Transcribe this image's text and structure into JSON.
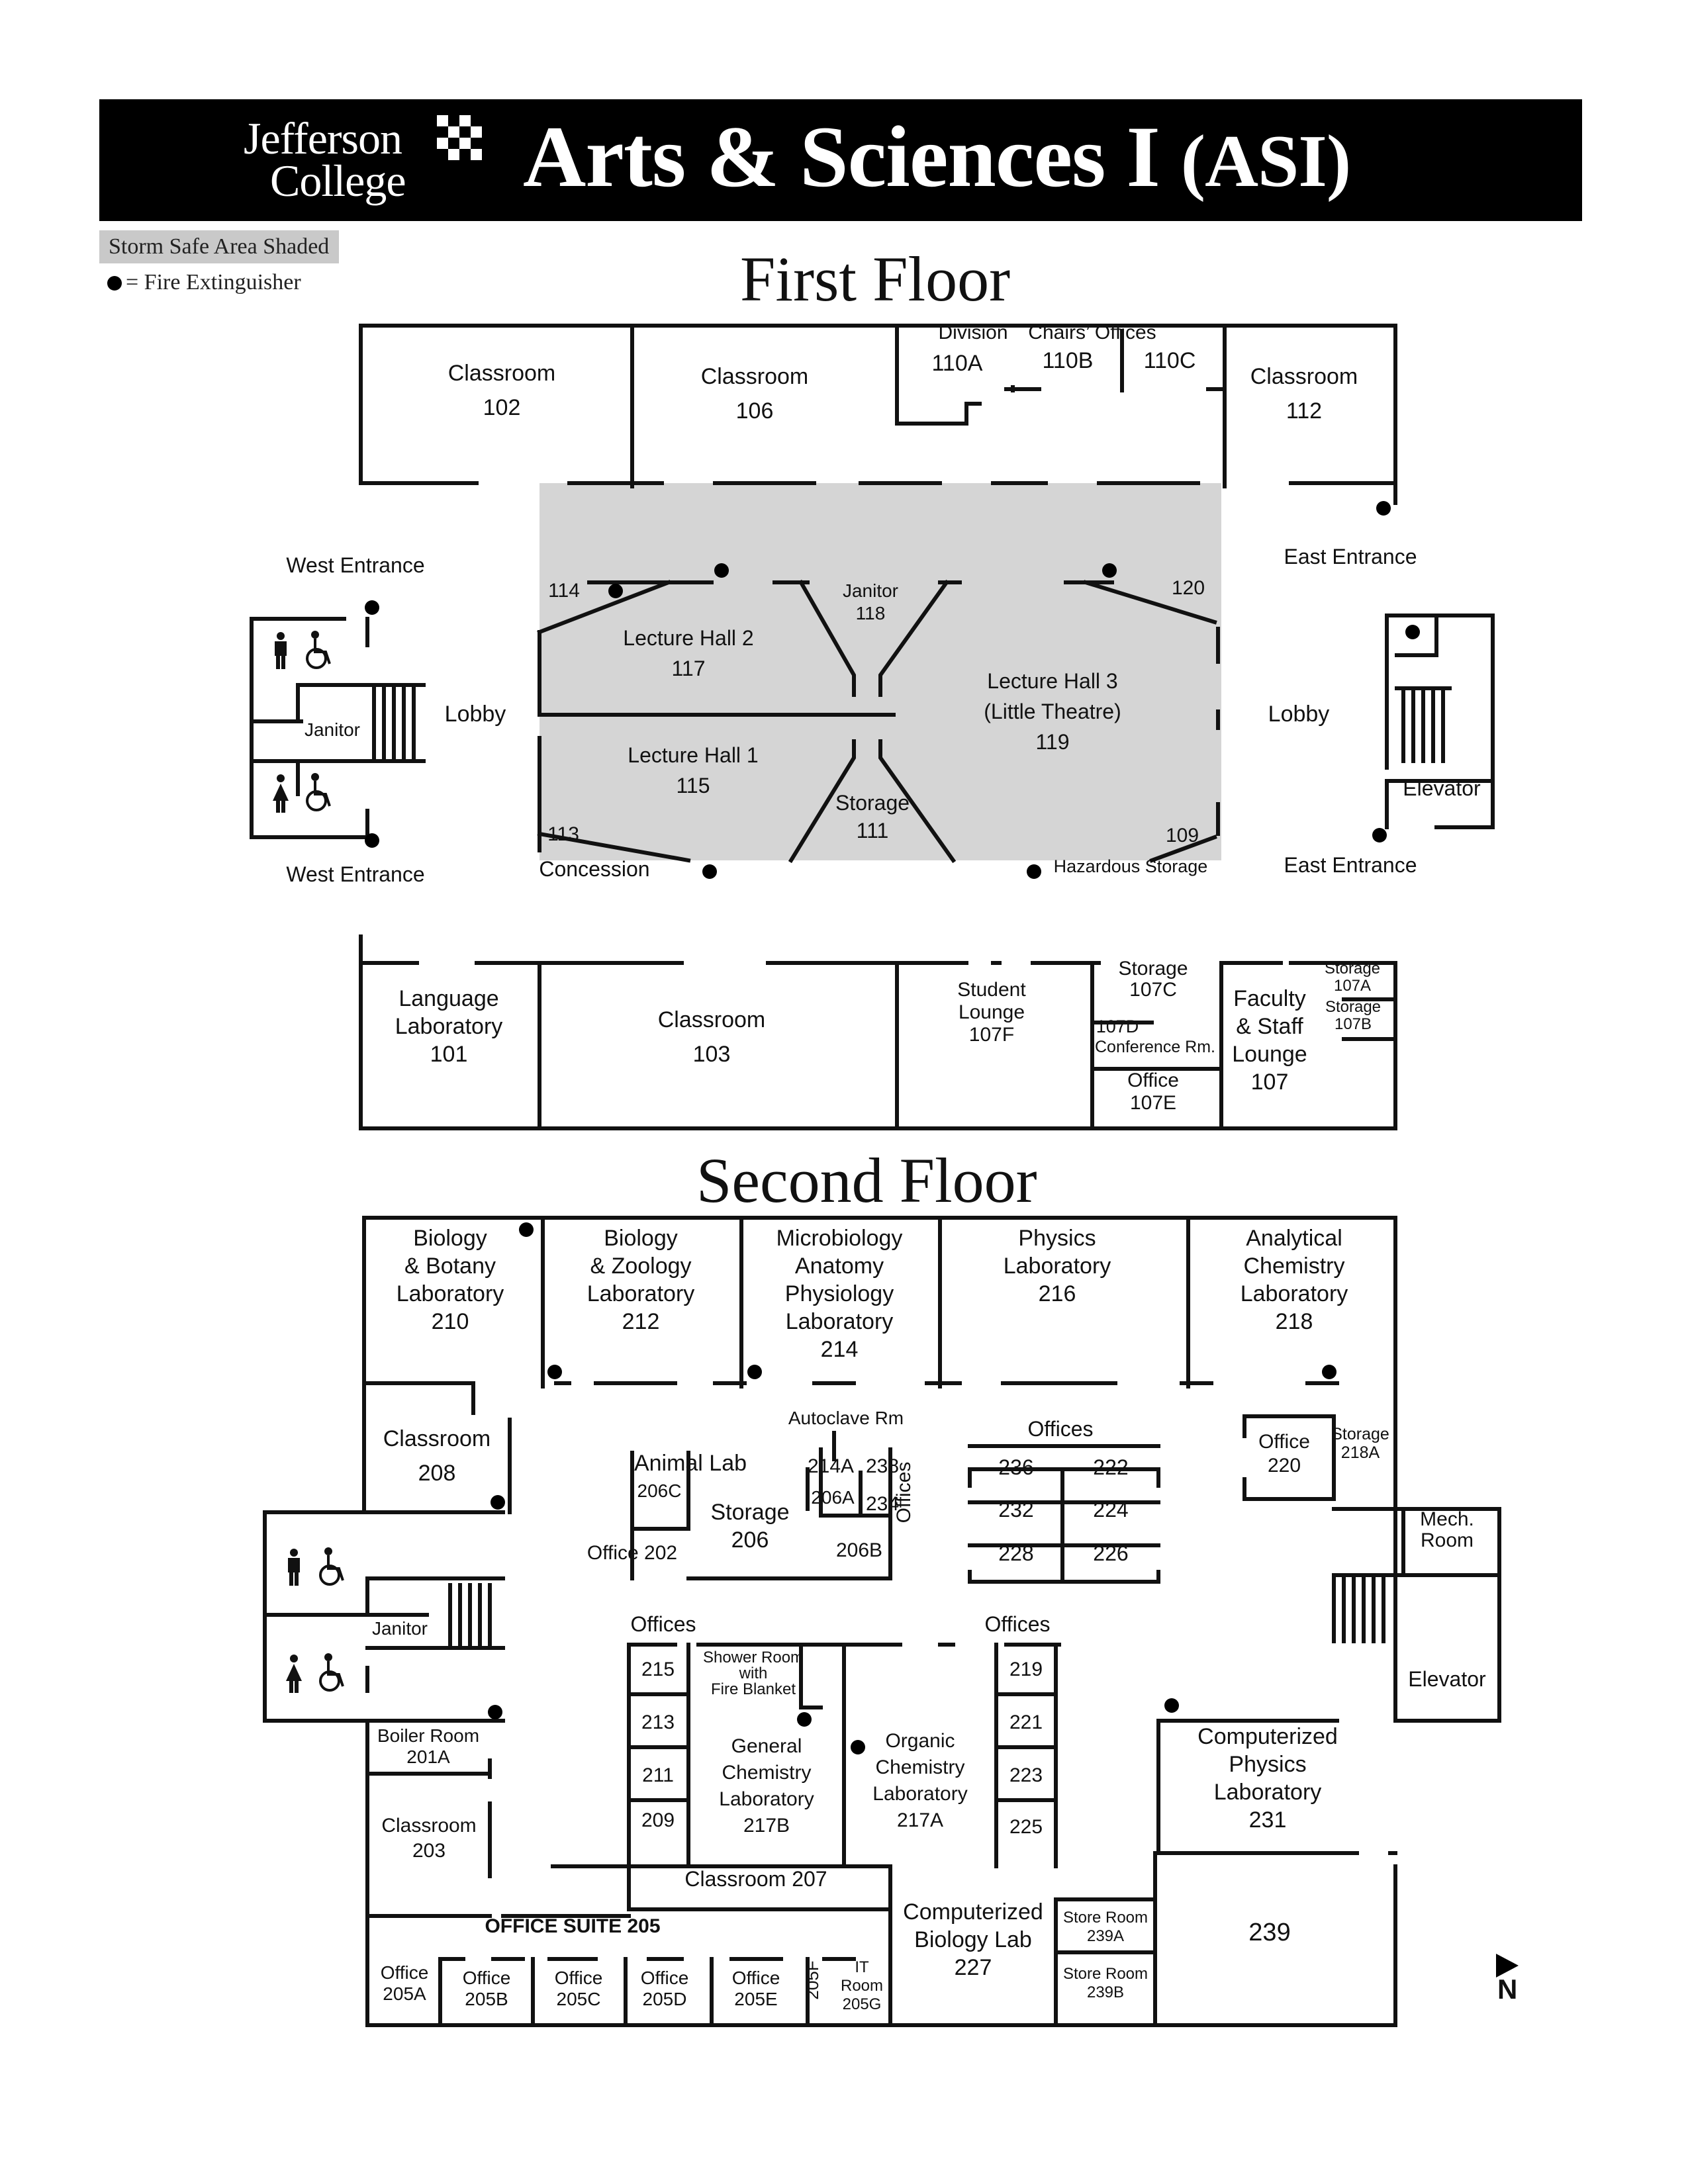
{
  "header": {
    "logo_line1": "Jefferson",
    "logo_line2": "College",
    "title_main": "Arts & Sciences I",
    "title_paren": "(ASI)"
  },
  "legend": {
    "storm_safe": "Storm Safe Area Shaded",
    "extinguisher": "= Fire Extinguisher"
  },
  "first_floor": {
    "title": "First Floor",
    "labels": [
      {
        "id": "r102",
        "lines": [
          "Classroom",
          "102"
        ]
      },
      {
        "id": "r106",
        "lines": [
          "Classroom",
          "106"
        ]
      },
      {
        "id": "div",
        "lines": [
          "Division"
        ]
      },
      {
        "id": "chairs",
        "lines": [
          "Chairs’ Offices"
        ]
      },
      {
        "id": "r110a",
        "lines": [
          "110A"
        ]
      },
      {
        "id": "r110b",
        "lines": [
          "110B"
        ]
      },
      {
        "id": "r110c",
        "lines": [
          "110C"
        ]
      },
      {
        "id": "r112",
        "lines": [
          "Classroom",
          "112"
        ]
      },
      {
        "id": "west1",
        "lines": [
          "West Entrance"
        ]
      },
      {
        "id": "west2",
        "lines": [
          "West Entrance"
        ]
      },
      {
        "id": "east1",
        "lines": [
          "East Entrance"
        ]
      },
      {
        "id": "east2",
        "lines": [
          "East Entrance"
        ]
      },
      {
        "id": "lobbyW",
        "lines": [
          "Lobby"
        ]
      },
      {
        "id": "lobbyE",
        "lines": [
          "Lobby"
        ]
      },
      {
        "id": "janW",
        "lines": [
          "Janitor"
        ]
      },
      {
        "id": "elev1",
        "lines": [
          "Elevator"
        ]
      },
      {
        "id": "r114",
        "lines": [
          "114"
        ]
      },
      {
        "id": "r117",
        "lines": [
          "Lecture Hall 2",
          "117"
        ]
      },
      {
        "id": "r118",
        "lines": [
          "Janitor",
          "118"
        ]
      },
      {
        "id": "r120",
        "lines": [
          "120"
        ]
      },
      {
        "id": "r119",
        "lines": [
          "Lecture Hall 3",
          "(Little Theatre)",
          "119"
        ]
      },
      {
        "id": "r115",
        "lines": [
          "Lecture Hall 1",
          "115"
        ]
      },
      {
        "id": "r111",
        "lines": [
          "Storage",
          "111"
        ]
      },
      {
        "id": "r113",
        "lines": [
          "113"
        ]
      },
      {
        "id": "r109",
        "lines": [
          "109"
        ]
      },
      {
        "id": "conc",
        "lines": [
          "Concession"
        ]
      },
      {
        "id": "haz",
        "lines": [
          "Hazardous Storage"
        ]
      },
      {
        "id": "r101",
        "lines": [
          "Language",
          "Laboratory",
          "101"
        ]
      },
      {
        "id": "r103",
        "lines": [
          "Classroom",
          "103"
        ]
      },
      {
        "id": "r107f",
        "lines": [
          "Student",
          "Lounge",
          "",
          "107F"
        ]
      },
      {
        "id": "r107c",
        "lines": [
          "Storage",
          "107C"
        ]
      },
      {
        "id": "r107d",
        "lines": [
          "107D"
        ]
      },
      {
        "id": "conf",
        "lines": [
          "Conference Rm."
        ]
      },
      {
        "id": "r107e",
        "lines": [
          "Office",
          "107E"
        ]
      },
      {
        "id": "r107",
        "lines": [
          "Faculty",
          "& Staff",
          "Lounge",
          "107"
        ]
      },
      {
        "id": "r107a",
        "lines": [
          "Storage",
          "107A"
        ]
      },
      {
        "id": "r107b",
        "lines": [
          "Storage",
          "107B"
        ]
      }
    ]
  },
  "second_floor": {
    "title": "Second Floor",
    "labels": [
      {
        "id": "r210",
        "lines": [
          "Biology",
          "& Botany",
          "Laboratory",
          "210"
        ]
      },
      {
        "id": "r212",
        "lines": [
          "Biology",
          "& Zoology",
          "Laboratory",
          "212"
        ]
      },
      {
        "id": "r214",
        "lines": [
          "Microbiology",
          "Anatomy",
          "Physiology",
          "Laboratory",
          "214"
        ]
      },
      {
        "id": "r216",
        "lines": [
          "Physics",
          "Laboratory",
          "216"
        ]
      },
      {
        "id": "r218",
        "lines": [
          "Analytical",
          "Chemistry",
          "Laboratory",
          "218"
        ]
      },
      {
        "id": "r208",
        "lines": [
          "Classroom",
          "208"
        ]
      },
      {
        "id": "auto",
        "lines": [
          "Autoclave Rm"
        ]
      },
      {
        "id": "animal",
        "lines": [
          "Animal Lab"
        ]
      },
      {
        "id": "r206c",
        "lines": [
          "206C"
        ]
      },
      {
        "id": "r214a",
        "lines": [
          "214A"
        ]
      },
      {
        "id": "r238",
        "lines": [
          "238"
        ]
      },
      {
        "id": "r206a",
        "lines": [
          "206A"
        ]
      },
      {
        "id": "r234",
        "lines": [
          "234"
        ]
      },
      {
        "id": "offv",
        "lines": [
          "Offices"
        ]
      },
      {
        "id": "r206",
        "lines": [
          "Storage",
          "206"
        ]
      },
      {
        "id": "r202",
        "lines": [
          "Office 202"
        ]
      },
      {
        "id": "r206b",
        "lines": [
          "206B"
        ]
      },
      {
        "id": "offC",
        "lines": [
          "Offices"
        ]
      },
      {
        "id": "r236",
        "lines": [
          "236"
        ]
      },
      {
        "id": "r222",
        "lines": [
          "222"
        ]
      },
      {
        "id": "r232",
        "lines": [
          "232"
        ]
      },
      {
        "id": "r224",
        "lines": [
          "224"
        ]
      },
      {
        "id": "r228",
        "lines": [
          "228"
        ]
      },
      {
        "id": "r226",
        "lines": [
          "226"
        ]
      },
      {
        "id": "r220",
        "lines": [
          "Office",
          "220"
        ]
      },
      {
        "id": "r218a",
        "lines": [
          "Storage",
          "218A"
        ]
      },
      {
        "id": "mech",
        "lines": [
          "Mech.",
          "Room"
        ]
      },
      {
        "id": "janS",
        "lines": [
          "Janitor"
        ]
      },
      {
        "id": "elev2",
        "lines": [
          "Elevator"
        ]
      },
      {
        "id": "offL",
        "lines": [
          "Offices"
        ]
      },
      {
        "id": "offR",
        "lines": [
          "Offices"
        ]
      },
      {
        "id": "shower",
        "lines": [
          "Shower Room",
          "with",
          "Fire Blanket"
        ]
      },
      {
        "id": "r215",
        "lines": [
          "215"
        ]
      },
      {
        "id": "r213",
        "lines": [
          "213"
        ]
      },
      {
        "id": "r211",
        "lines": [
          "211"
        ]
      },
      {
        "id": "r209",
        "lines": [
          "209"
        ]
      },
      {
        "id": "r219",
        "lines": [
          "219"
        ]
      },
      {
        "id": "r221",
        "lines": [
          "221"
        ]
      },
      {
        "id": "r223",
        "lines": [
          "223"
        ]
      },
      {
        "id": "r225",
        "lines": [
          "225"
        ]
      },
      {
        "id": "r217b",
        "lines": [
          "General",
          "Chemistry",
          "Laboratory",
          "217B"
        ]
      },
      {
        "id": "r217a",
        "lines": [
          "Organic",
          "Chemistry",
          "Laboratory",
          "217A"
        ]
      },
      {
        "id": "r231",
        "lines": [
          "Computerized",
          "Physics",
          "Laboratory",
          "231"
        ]
      },
      {
        "id": "r201a",
        "lines": [
          "Boiler Room",
          "201A"
        ]
      },
      {
        "id": "r203",
        "lines": [
          "Classroom",
          "203"
        ]
      },
      {
        "id": "r207",
        "lines": [
          "Classroom 207"
        ]
      },
      {
        "id": "suite",
        "lines": [
          "OFFICE SUITE 205"
        ]
      },
      {
        "id": "r205a",
        "lines": [
          "Office",
          "205A"
        ]
      },
      {
        "id": "r205b",
        "lines": [
          "Office",
          "205B"
        ]
      },
      {
        "id": "r205c",
        "lines": [
          "Office",
          "205C"
        ]
      },
      {
        "id": "r205d",
        "lines": [
          "Office",
          "205D"
        ]
      },
      {
        "id": "r205e",
        "lines": [
          "Office",
          "205E"
        ]
      },
      {
        "id": "r205f",
        "lines": [
          "205F"
        ]
      },
      {
        "id": "r205g",
        "lines": [
          "IT",
          "Room",
          "205G"
        ]
      },
      {
        "id": "r227",
        "lines": [
          "Computerized",
          "Biology Lab",
          "227"
        ]
      },
      {
        "id": "r239a",
        "lines": [
          "Store Room",
          "239A"
        ]
      },
      {
        "id": "r239b",
        "lines": [
          "Store Room",
          "239B"
        ]
      },
      {
        "id": "r239",
        "lines": [
          "239"
        ]
      }
    ]
  },
  "north": "N",
  "colors": {
    "shade": "#d5d5d5",
    "ink": "#111111",
    "header": "#000000"
  }
}
